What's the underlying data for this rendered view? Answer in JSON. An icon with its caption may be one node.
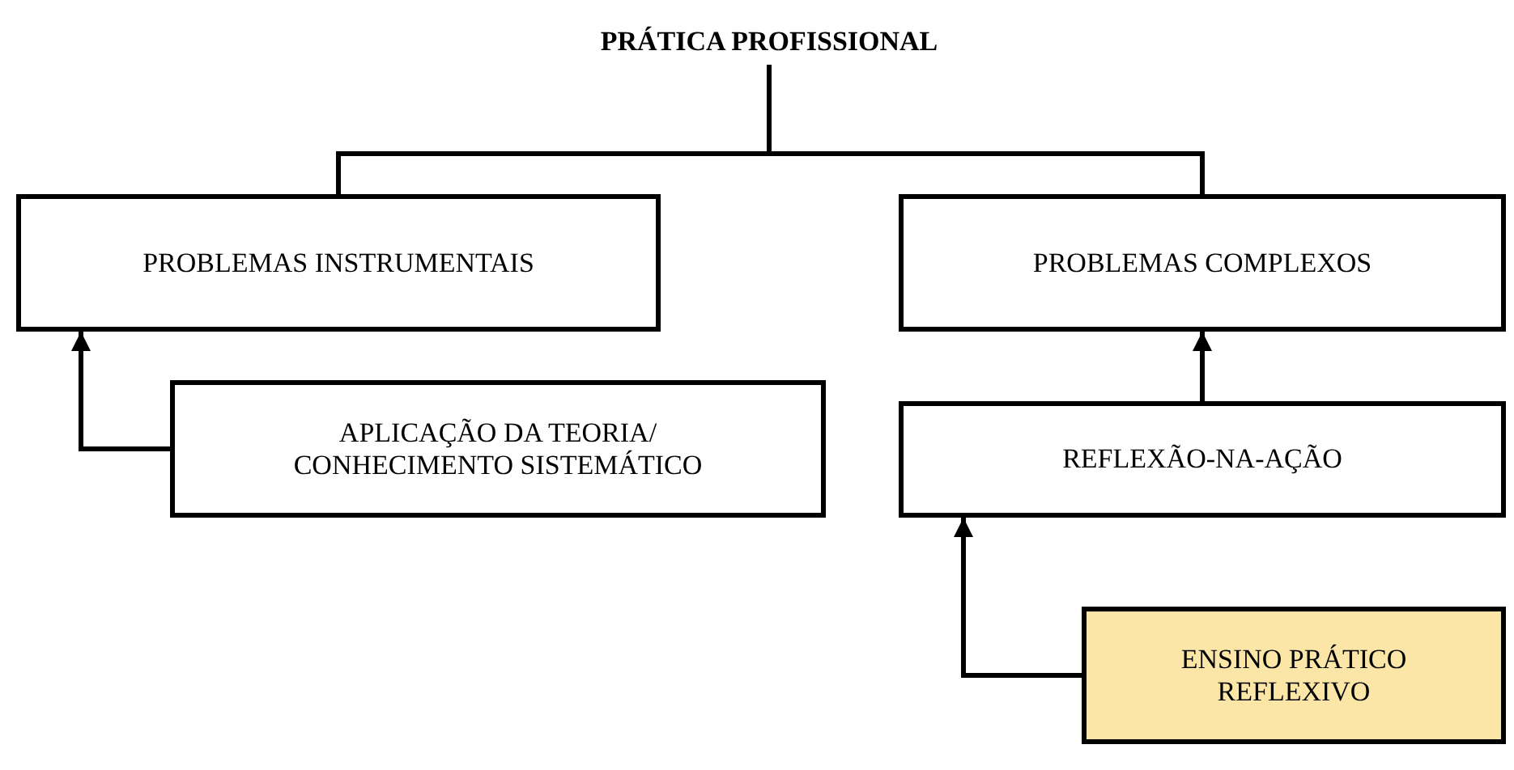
{
  "diagram": {
    "nodes": [
      {
        "text": [
          "PRÁTICA PROFISSIONAL"
        ]
      },
      {
        "text": [
          "PROBLEMAS INSTRUMENTAIS"
        ]
      },
      {
        "text": [
          "PROBLEMAS COMPLEXOS"
        ]
      },
      {
        "text": [
          "APLICAÇÃO DA TEORIA/ CONHECIMENTO SISTEMÁTICO"
        ]
      },
      {
        "text": [
          "REFLEXÃO-NA-AÇÃO"
        ]
      },
      {
        "text": [
          "ENSINO PRÁTICO REFLEXIVO"
        ]
      }
    ],
    "edges": [
      {
        "from": 0,
        "to": 1,
        "arrow": "none"
      },
      {
        "from": 0,
        "to": 2,
        "arrow": "none"
      },
      {
        "from": 3,
        "to": 1,
        "arrow": "to"
      },
      {
        "from": 4,
        "to": 2,
        "arrow": "to"
      },
      {
        "from": 5,
        "to": 4,
        "arrow": "to"
      }
    ]
  }
}
